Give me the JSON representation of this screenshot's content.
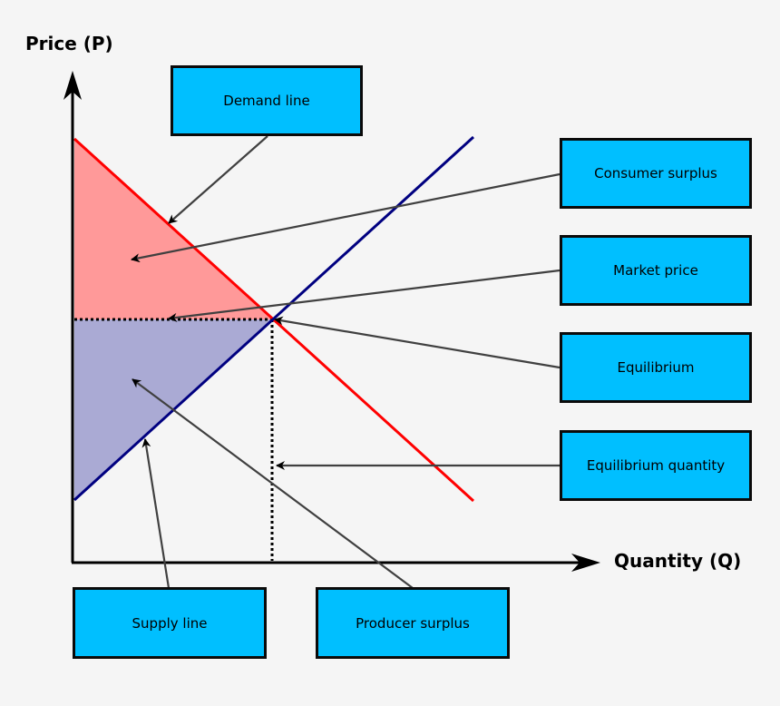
{
  "axes": {
    "y_label": "Price (P)",
    "x_label": "Quantity (Q)"
  },
  "labels": {
    "demand_line": "Demand line",
    "consumer_surplus": "Consumer surplus",
    "market_price": "Market price",
    "equilibrium": "Equilibrium",
    "equilibrium_quantity": "Equilibrium quantity",
    "supply_line": "Supply line",
    "producer_surplus": "Producer surplus"
  },
  "colors": {
    "background": "#f5f5f5",
    "label_box": "#00bfff",
    "demand_line": "#ff0000",
    "supply_line": "#000080",
    "consumer_surplus_fill": "#ff9999",
    "producer_surplus_fill": "#aaaad4",
    "leader": "#404040"
  }
}
